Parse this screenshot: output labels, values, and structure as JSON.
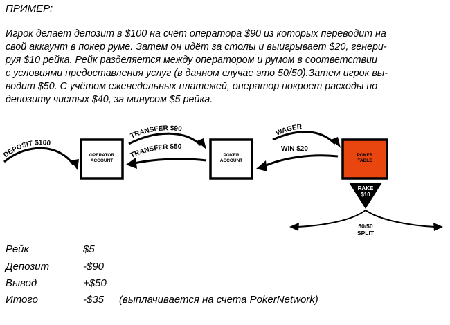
{
  "heading": "ПРИМЕР:",
  "paragraph_lines": [
    "Игрок делает депозит в $100 на счёт оператора $90 из которых переводит на",
    "свой аккаунт в покер руме. Затем он идёт за столы и выигрывает $20, генери-",
    "руя $10 рейка.  Рейк разделяется между оператором и  румом в соответствии",
    "с условиями предоставления услуг (в данном случае это 50/50).Затем игрок вы-",
    "водит $50. С учётом еженедельных платежей, оператор покроет расходы по",
    "депозиту чистых $40, за минусом $5 рейка."
  ],
  "diagram": {
    "deposit_label": "DEPOSIT $100",
    "transfer_out_label": "TRANSFER $90",
    "transfer_back_label": "TRANSFER $50",
    "wager_label": "WAGER",
    "win_label": "WIN $20",
    "operator_box": [
      "OPERATOR",
      "ACCOUNT"
    ],
    "poker_box": [
      "POKER",
      "ACCOUNT"
    ],
    "table_box": [
      "POKER",
      "TABLE"
    ],
    "rake_label": [
      "RAKE",
      "$10"
    ],
    "split_label": [
      "50/50",
      "SPLIT"
    ],
    "table_color": "#e8450f"
  },
  "summary": [
    {
      "label": "Рейк",
      "value": "$5",
      "note": ""
    },
    {
      "label": "Депозит",
      "value": "-$90",
      "note": ""
    },
    {
      "label": "Вывод",
      "value": "+$50",
      "note": ""
    },
    {
      "label": "Итого",
      "value": "-$35",
      "note": "(выплачивается на счета PokerNetwork)"
    }
  ]
}
